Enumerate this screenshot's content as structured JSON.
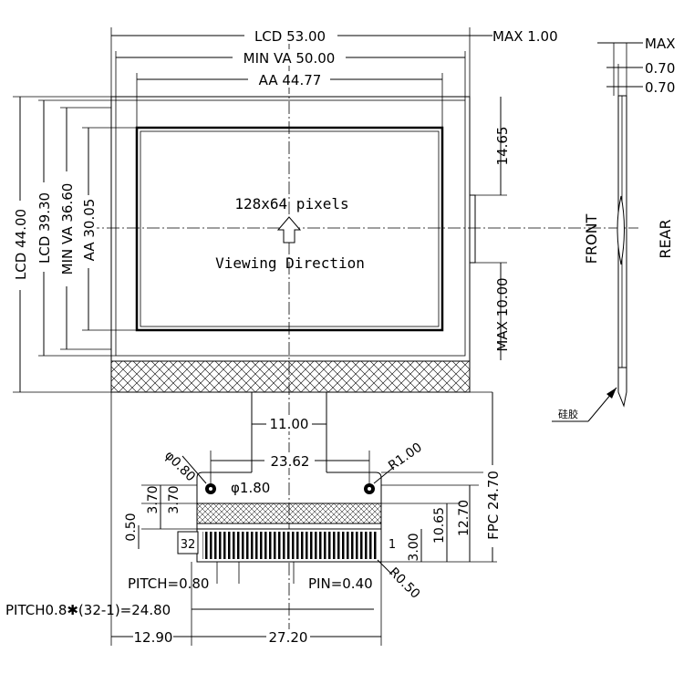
{
  "front_view": {
    "lcd_width": "LCD 53.00",
    "min_va_width": "MIN VA 50.00",
    "aa_width": "AA 44.77",
    "max_top": "MAX 1.00",
    "lcd_height": "LCD 44.00",
    "lcd_39": "LCD 39.30",
    "min_va_height": "MIN VA 36.60",
    "aa_height": "AA 30.05",
    "resolution": "128x64 pixels",
    "viewing_direction": "Viewing Direction",
    "dim_14_65": "14.65",
    "max_10": "MAX 10.00"
  },
  "side_view": {
    "max_label": "MAX",
    "dim_070_a": "0.70",
    "dim_070_b": "0.70",
    "front": "FRONT",
    "rear": "REAR",
    "silicone": "硅胶"
  },
  "fpc": {
    "dim_11": "11.00",
    "dim_23_62": "23.62",
    "hole_dia": "φ0.80",
    "pad_dia": "φ1.80",
    "radius_1": "R1.00",
    "fpc_length": "FPC 24.70",
    "dim_3_70_a": "3.70",
    "dim_3_70_b": "3.70",
    "dim_0_50": "0.50",
    "dim_12_70": "12.70",
    "dim_10_65": "10.65",
    "dim_3_00": "3.00",
    "pin_first": "32",
    "pin_last": "1",
    "pitch": "PITCH=0.80",
    "pin_width": "PIN=0.40",
    "radius_05": "R0.50",
    "pitch_total": "PITCH0.8✱(32-1)=24.80",
    "dim_12_90": "12.90",
    "dim_27_20": "27.20"
  }
}
